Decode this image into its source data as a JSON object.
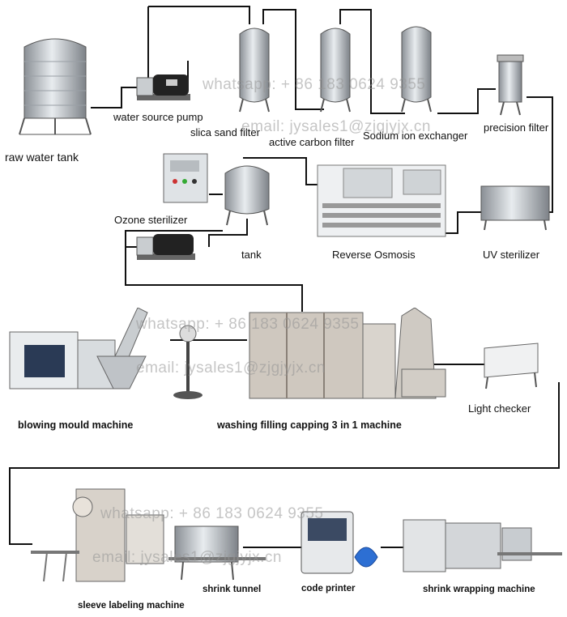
{
  "labels": {
    "raw_water_tank": "raw water tank",
    "water_source_pump": "water source pump",
    "silica_sand_filter": "slica sand filter",
    "active_carbon_filter": "active carbon filter",
    "sodium_ion_exchanger": "Sodium ion exchanger",
    "precision_filter": "precision filter",
    "ozone_sterilizer": "Ozone sterilizer",
    "tank": "tank",
    "reverse_osmosis": "Reverse Osmosis",
    "uv_sterilizer": "UV sterilizer",
    "blowing_mould_machine": "blowing mould machine",
    "washing_filling_capping": "washing filling capping 3 in 1 machine",
    "light_checker": "Light checker",
    "sleeve_labeling_machine": "sleeve labeling machine",
    "shrink_tunnel": "shrink tunnel",
    "code_printer": "code printer",
    "shrink_wrapping_machine": "shrink wrapping machine"
  },
  "watermarks": {
    "whatsapp": "whatsapp: + 86 183 0624 9355",
    "email": "email: jysales1@zjgjyjx.cn",
    "whatsapp_row2": "whatsapp: + 86 183 0624 9355",
    "email_row2": "email: jysales1@zjgjyjx.cn",
    "whatsapp_row3": "whatsapp: + 86 183 0624 9355",
    "email_row3": "email: jysales1@zjgjyjx.cn"
  }
}
